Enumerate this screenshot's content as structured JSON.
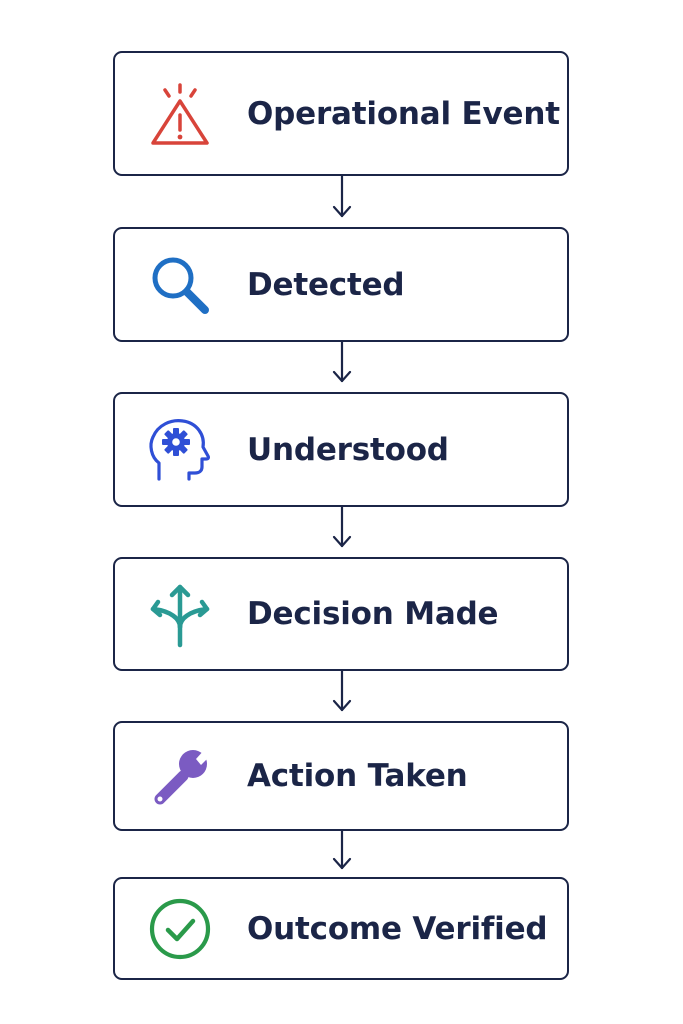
{
  "steps": [
    {
      "label": "Operational Event",
      "icon": "warning-triangle-icon",
      "color": "#d8443a"
    },
    {
      "label": "Detected",
      "icon": "magnifying-glass-icon",
      "color": "#1f6fc4"
    },
    {
      "label": "Understood",
      "icon": "head-with-gear-icon",
      "color": "#2f4fd6"
    },
    {
      "label": "Decision Made",
      "icon": "branching-arrows-icon",
      "color": "#2a9a94"
    },
    {
      "label": "Action Taken",
      "icon": "wrench-icon",
      "color": "#7b5bc2"
    },
    {
      "label": "Outcome Verified",
      "icon": "check-circle-icon",
      "color": "#2a9a4a"
    }
  ],
  "colors": {
    "border": "#1b2547",
    "text": "#1b2547"
  }
}
